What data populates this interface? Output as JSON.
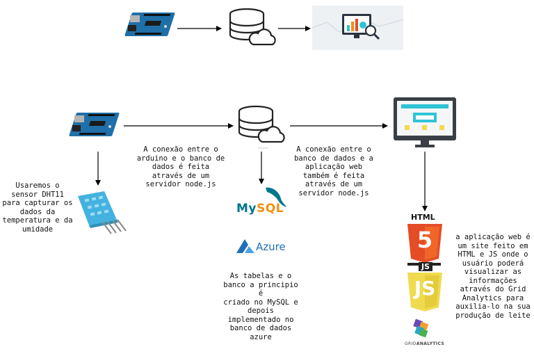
{
  "notes": {
    "arduino_db": "A conexão entre o\narduino e o banco de\ndados é feita\natravés de um\nservidor node.js",
    "db_app": "A conexão entre o\nbanco de dados e a\naplicação web\ntambém  é feita\natravés de um\nservidor node.js",
    "sensor": "Usaremos o\nsensor DHT11\npara capturar os\ndados da\ntemperatura e da\numidade",
    "tables": "As tabelas e o\nbanco a principio é\ncriado no MySQL e\ndepois\nimplementado no\nbanco de dados\nazure",
    "webapp": "a aplicação web é\num site feito em\nHTML e JS onde o\nusuário poderá\nvisualizar as\ninformações\natravés do Grid\nAnalytics para\nauxilia-lo na sua\nprodução de leite"
  },
  "logos": {
    "mysql_a": "My",
    "mysql_b": "SQL",
    "azure": "Azure",
    "html": "HTML",
    "html_digit": "5",
    "js": "JS",
    "js_badge": "JS",
    "grid_a": "GRID",
    "grid_b": "ANALYTICS"
  },
  "colors": {
    "arduino": "#1f6fa8",
    "database": "#222222",
    "html5": "#e44d26",
    "js": "#f0db4f",
    "azure": "#1f6fb8",
    "mysql_blue": "#00758f",
    "mysql_orange": "#f29111",
    "monitor": "#3a3f45",
    "screen_accent": "#2ec4d6"
  },
  "icons": [
    "arduino-board-icon",
    "database-cloud-icon",
    "dashboard-icon",
    "monitor-icon",
    "dht11-sensor-icon",
    "mysql-logo",
    "azure-logo",
    "html5-logo",
    "js-logo",
    "grid-analytics-logo"
  ]
}
